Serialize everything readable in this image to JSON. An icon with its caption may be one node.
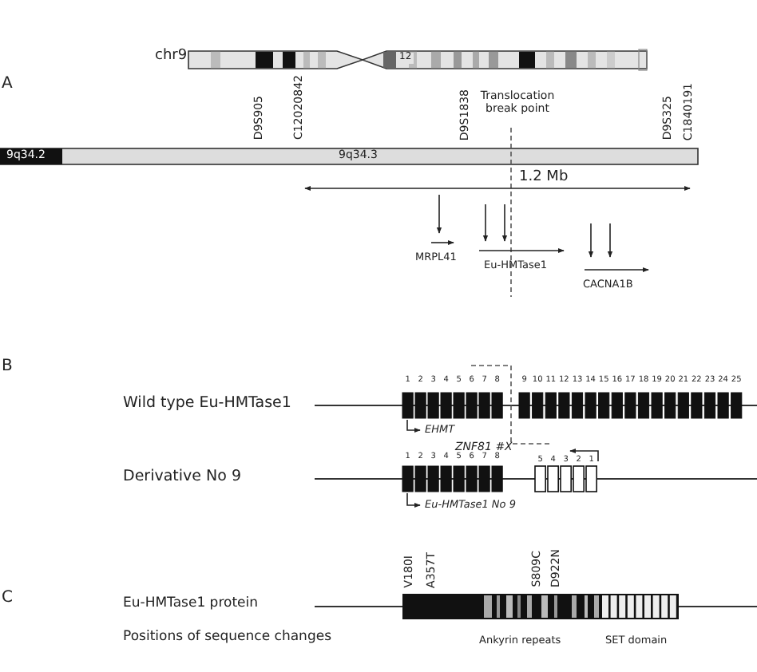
{
  "diagram": {
    "labels": [
      "chr9",
      "12",
      "A",
      "D9S905",
      "C12020842",
      "D9S1838",
      "Translocation break point",
      "D9S325",
      "C1840191",
      "9q34.2",
      "9q34.3",
      "1.2 Mb",
      "MRPL41",
      "Eu-HMTase1",
      "CACNA1B",
      "B",
      "1",
      "2",
      "3",
      "4",
      "5",
      "6",
      "7",
      "8",
      "9",
      "10",
      "11",
      "12",
      "13",
      "14",
      "15",
      "16",
      "17",
      "18",
      "19",
      "20",
      "21",
      "22",
      "23",
      "24",
      "25",
      "Wild type Eu-HMTase1",
      "EHMT",
      "ZNF81 #X",
      "1",
      "2",
      "3",
      "4",
      "5",
      "6",
      "7",
      "8",
      "5",
      "4",
      "3",
      "2",
      "1",
      "Derivative No 9",
      "Eu-HMTase1 No 9",
      "C",
      "V180I",
      "A357T",
      "S809C",
      "D922N",
      "Eu-HMTase1 protein",
      "Positions of sequence changes",
      "Ankyrin repeats",
      "SET domain"
    ]
  }
}
